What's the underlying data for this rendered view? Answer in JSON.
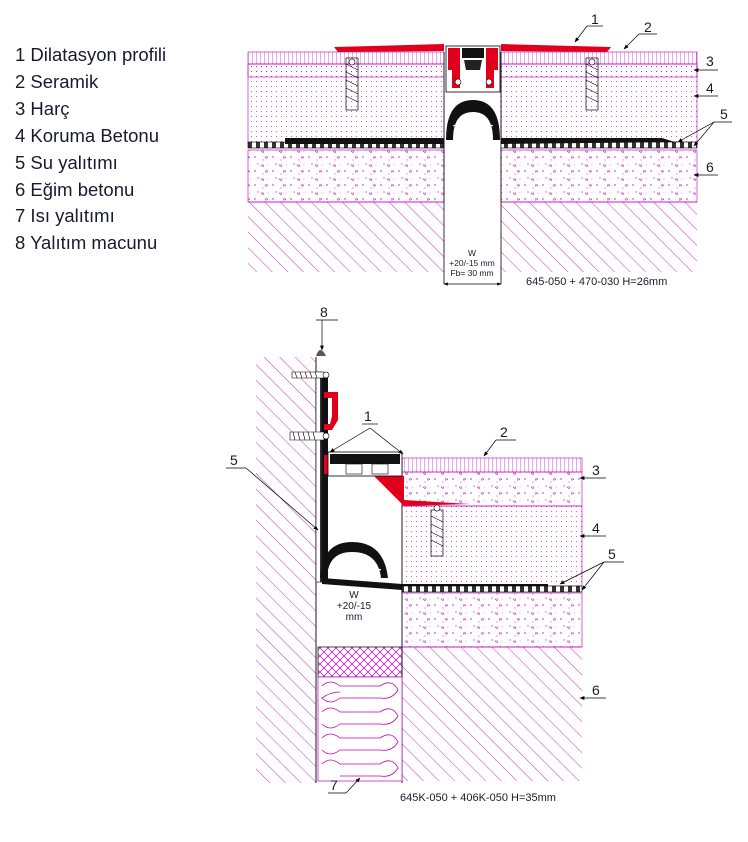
{
  "legend": [
    "1 Dilatasyon profili",
    "2 Seramik",
    "3 Harç",
    "4 Koruma Betonu",
    "5 Su yalıtımı",
    "6 Eğim betonu",
    "7 Isı yalıtımı",
    "8 Yalıtım macunu"
  ],
  "top_detail": {
    "callouts": [
      "1",
      "2",
      "3",
      "4",
      "5",
      "6"
    ],
    "gap_w": "W",
    "gap_tol": "+20/-15 mm",
    "gap_fb": "Fb= 30 mm",
    "caption": "645-050 + 470-030 H=26mm"
  },
  "bottom_detail": {
    "callouts": [
      "8",
      "1",
      "2",
      "3",
      "4",
      "5",
      "5",
      "6",
      "7"
    ],
    "gap_w": "W",
    "gap_tol": "+20/-15",
    "gap_unit": "mm",
    "caption": "645K-050 + 406K-050 H=35mm"
  },
  "colors": {
    "text": "#1a1a2e",
    "profile": "#e0001b",
    "hatch": "#c300c3",
    "line": "#000000"
  }
}
